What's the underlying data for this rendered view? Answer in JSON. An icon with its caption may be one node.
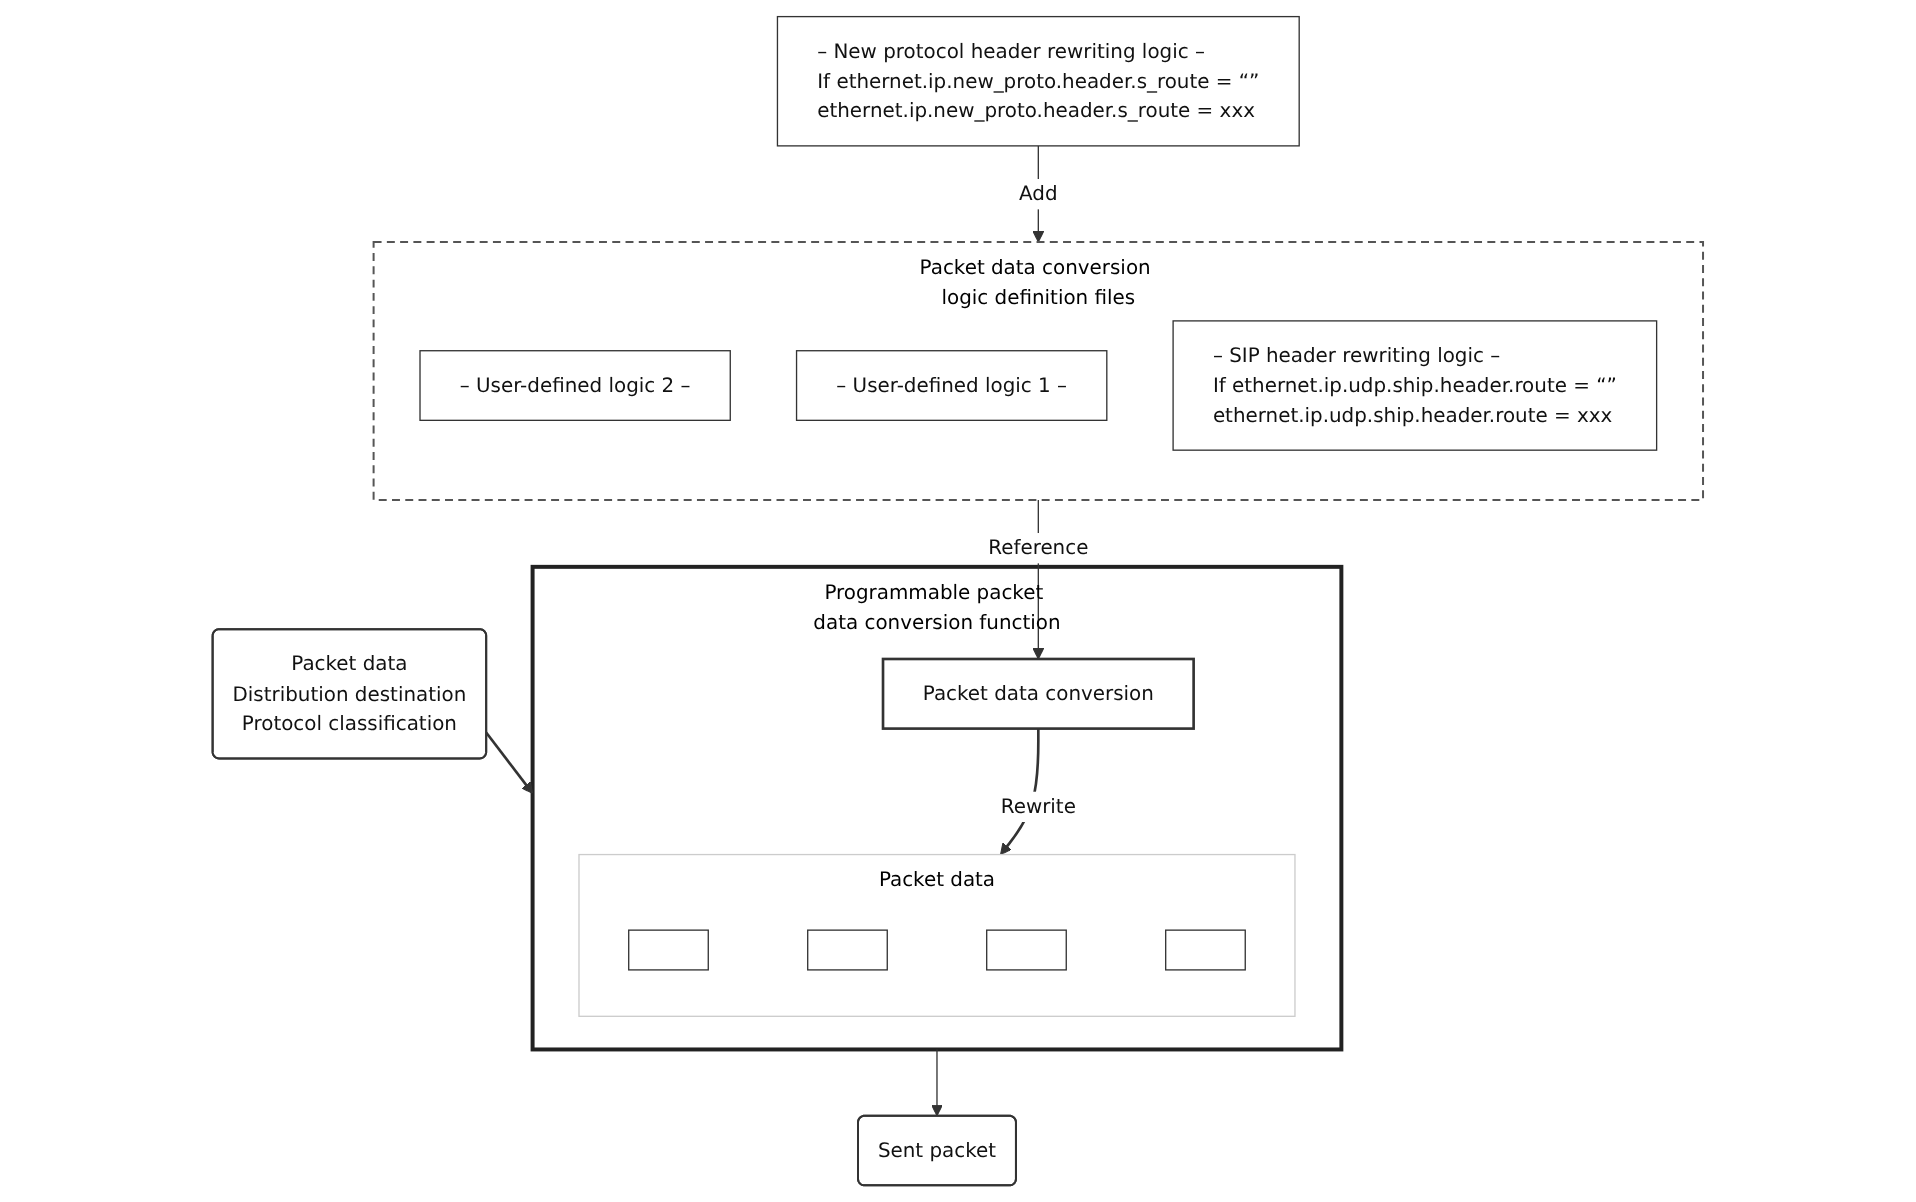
{
  "diagram": {
    "nodes": [
      {
        "text": [
          "Packet data",
          "Distribution destination",
          "Protocol classification"
        ]
      },
      {
        "text": [
          "Programmable packet data conversion function"
        ]
      },
      {
        "text": [
          "Packet data conversion"
        ],
        "in": 1
      },
      {
        "text": [
          "Packet data"
        ],
        "in": 1
      },
      {
        "text": [],
        "shape": "box",
        "in": 3
      },
      {
        "text": [],
        "shape": "box",
        "in": 3
      },
      {
        "text": [],
        "shape": "box",
        "in": 3
      },
      {
        "text": [],
        "shape": "box",
        "in": 3
      },
      {
        "text": [
          "Sent packet"
        ]
      },
      {
        "text": [
          "Packet data conversion logic definition files"
        ]
      },
      {
        "text": [
          "– User-defined logic 2 –"
        ],
        "in": 9
      },
      {
        "text": [
          "– User-defined logic 1 –"
        ],
        "in": 9
      },
      {
        "text": [
          "– SIP header rewriting logic –",
          "If ethernet.ip.udp.ship.header.route = “”",
          "ethernet.ip.udp.ship.header.route = xxx"
        ],
        "in": 9
      },
      {
        "text": [
          "– New protocol header rewriting logic –",
          "If ethernet.ip.new_proto.header.s_route = “”",
          "ethernet.ip.new_proto.header.s_route = xxx"
        ]
      }
    ],
    "edges": [
      {
        "from": 0,
        "to": 1,
        "arrow": "to"
      },
      {
        "from": 2,
        "to": 3,
        "arrow": "to",
        "label": "Rewrite"
      },
      {
        "from": 9,
        "to": 2,
        "arrow": "to",
        "label": "Reference"
      },
      {
        "from": 1,
        "to": 8,
        "arrow": "to"
      },
      {
        "from": 13,
        "to": 9,
        "arrow": "to",
        "label": "Add"
      }
    ]
  }
}
